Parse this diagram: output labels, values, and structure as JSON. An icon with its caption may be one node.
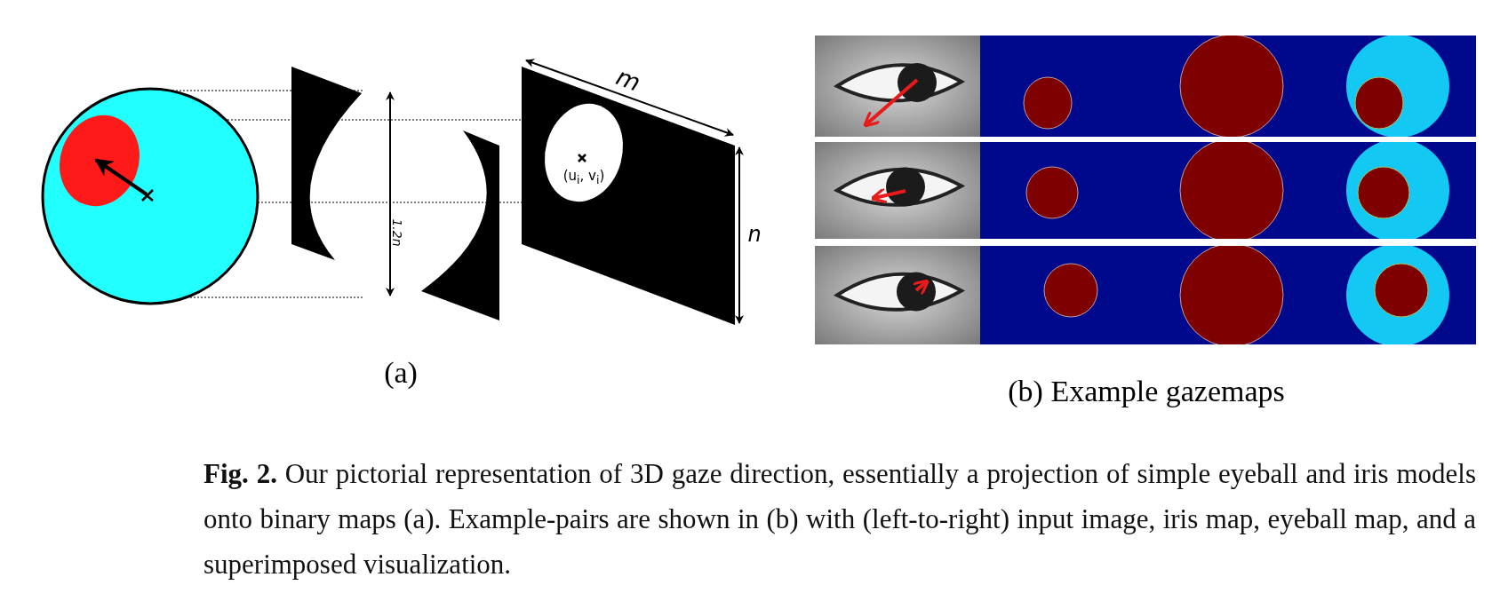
{
  "diagram": {
    "caption": "**Fig. 2.** Our pictorial representation of 3D gaze direction, essentially a projection of simple eyeball and iris models onto binary maps (a). Example-pairs are shown in (b) with (left-to-right) input image, iris map, eyeball map, and a superimposed visualization.",
    "labels": [
      "m",
      "(u$_{i}$, v$_{i}$)",
      "1.2n",
      "n",
      "(a)",
      "(b) Example gazemaps"
    ]
  }
}
